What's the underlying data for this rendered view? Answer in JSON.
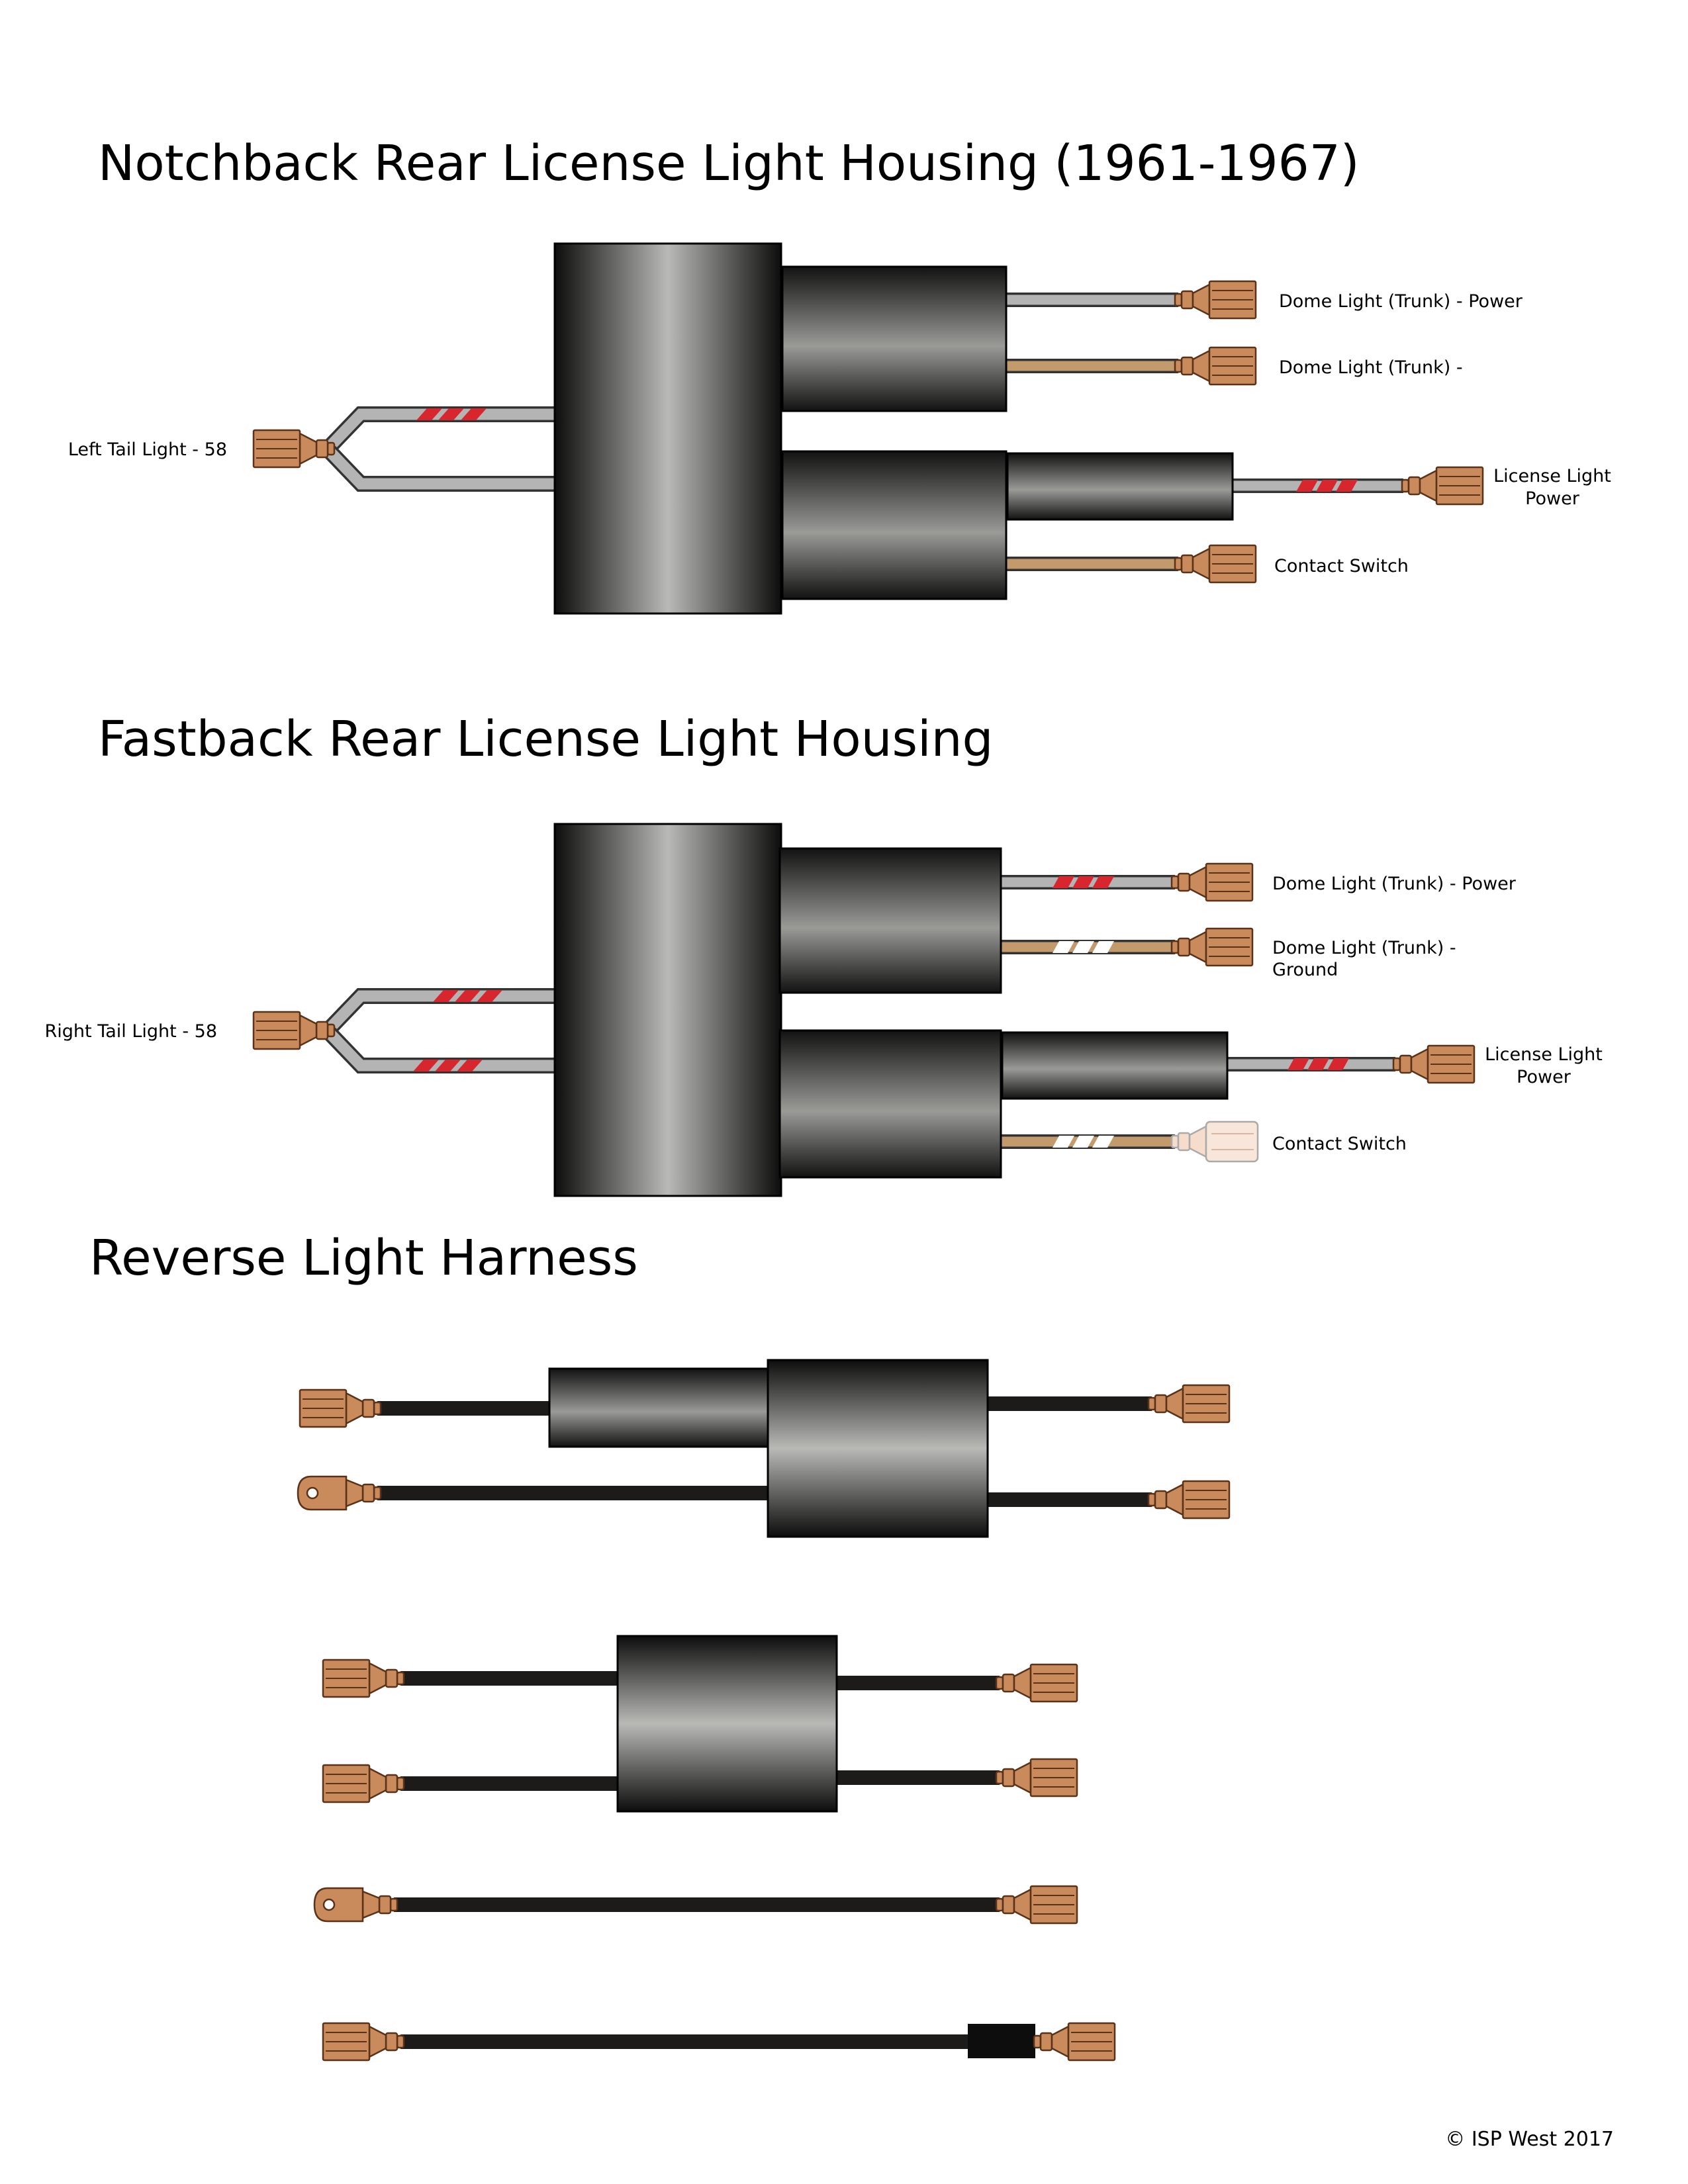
{
  "colors": {
    "connector": "#c98a5c",
    "connector_stroke": "#5a3218",
    "wire_gray": "#b4b4b4",
    "wire_tan": "#c29a6b",
    "wire_black": "#1d1a1a",
    "stripe_red": "#d8262f",
    "stripe_white": "#ffffff",
    "insulated_connector": "#f6dccb"
  },
  "sections": {
    "notchback": {
      "title": "Notchback Rear License Light Housing (1961-1967)",
      "labels": {
        "dome_power": "Dome Light (Trunk) - Power",
        "dome_ground": "Dome Light (Trunk) -",
        "tail": "Left Tail Light - 58",
        "license_1": "License Light",
        "license_2": "Power",
        "contact": "Contact Switch"
      }
    },
    "fastback": {
      "title": "Fastback Rear License Light Housing",
      "labels": {
        "dome_power": "Dome Light (Trunk) - Power",
        "dome_ground_1": "Dome Light (Trunk) -",
        "dome_ground_2": "Ground",
        "tail": "Right Tail Light - 58",
        "license_1": "License Light",
        "license_2": "Power",
        "contact": "Contact Switch"
      }
    },
    "reverse": {
      "title": "Reverse Light Harness"
    }
  },
  "copyright": "© ISP West 2017"
}
